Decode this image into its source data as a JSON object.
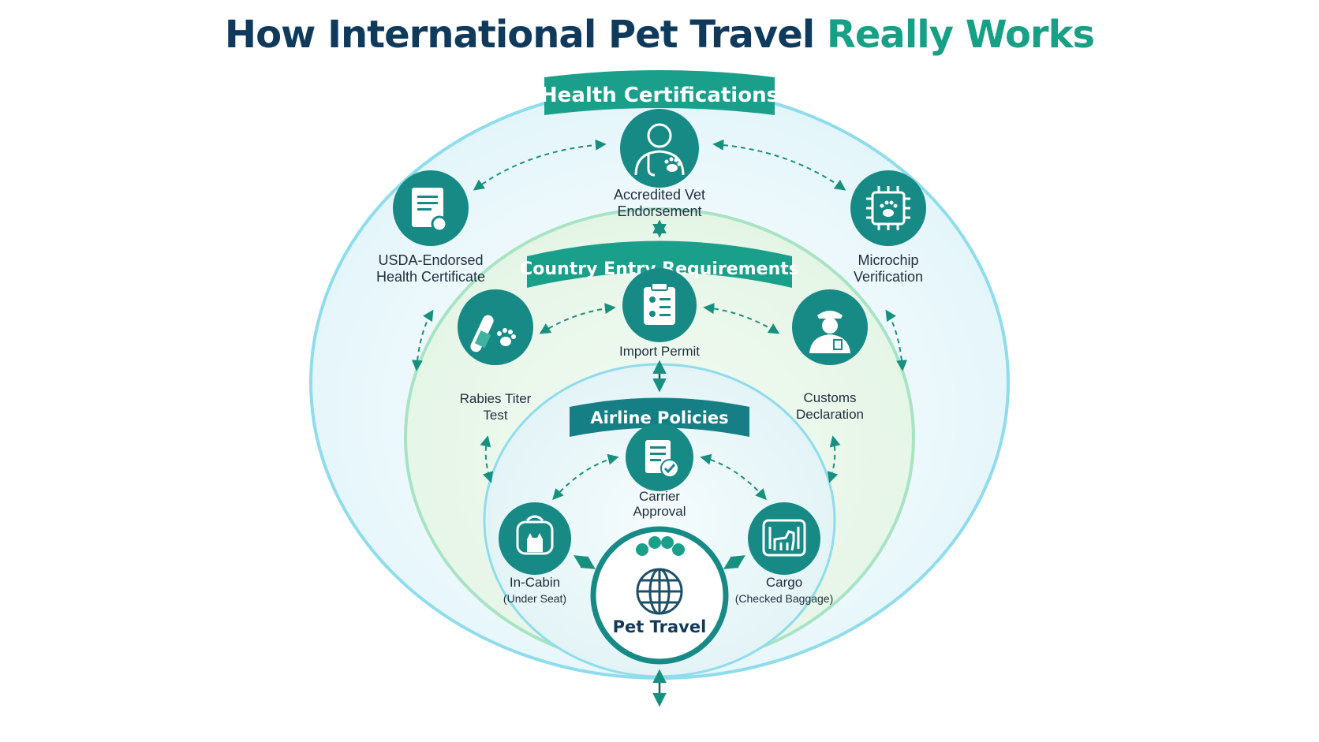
{
  "title": {
    "part1": "How International Pet Travel ",
    "part2": "Really Works"
  },
  "colors": {
    "navy": "#0f3a5c",
    "teal": "#17a085",
    "icon_teal": "#148a7f",
    "ring_outer": "#8fdcec",
    "ring_middle": "#a8e3c4"
  },
  "rings": {
    "outer": "Health Certifications",
    "middle": "Country Entry Requirements",
    "inner": "Airline Policies"
  },
  "center": {
    "label": "Pet Travel",
    "icons": [
      "paw-icon",
      "globe-icon"
    ]
  },
  "health": {
    "vet": {
      "line1": "Accredited Vet",
      "line2": "Endorsement",
      "icon": "vet-doctor-icon"
    },
    "usda": {
      "line1": "USDA-Endorsed",
      "line2": "Health Certificate",
      "icon": "certificate-icon"
    },
    "chip": {
      "line1": "Microchip",
      "line2": "Verification",
      "icon": "microchip-icon"
    }
  },
  "country": {
    "permit": {
      "line1": "Import Permit",
      "icon": "clipboard-icon"
    },
    "rabies": {
      "line1": "Rabies Titer",
      "line2": "Test",
      "icon": "test-tube-icon"
    },
    "customs": {
      "line1": "Customs",
      "line2": "Declaration",
      "icon": "customs-officer-icon"
    }
  },
  "airline": {
    "carrier": {
      "line1": "Carrier",
      "line2": "Approval",
      "icon": "document-check-icon"
    },
    "cabin": {
      "line1": "In-Cabin",
      "line2": "(Under Seat)",
      "icon": "pet-carrier-icon"
    },
    "cargo": {
      "line1": "Cargo",
      "line2": "(Checked Baggage)",
      "icon": "dog-crate-icon"
    }
  }
}
